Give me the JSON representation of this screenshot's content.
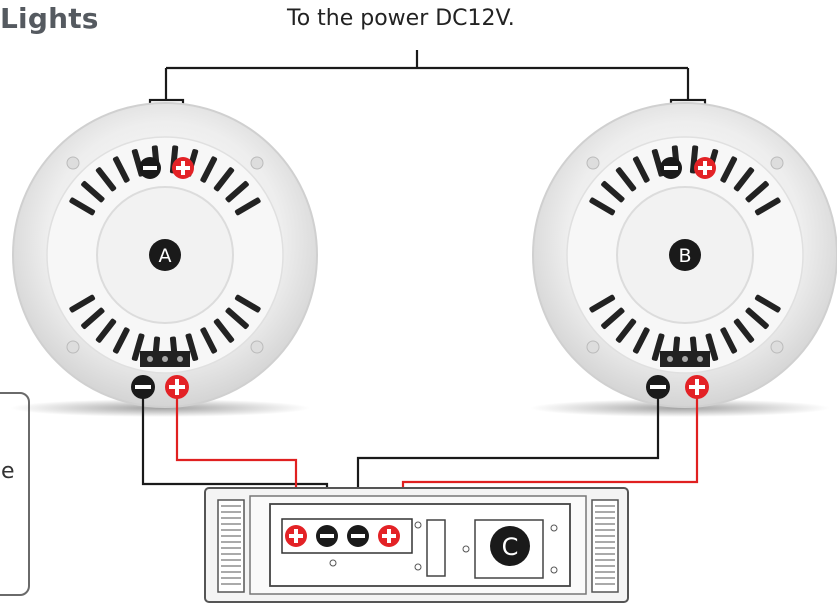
{
  "title": "Lights",
  "power_label": "To the power DC12V.",
  "side_text_fragment": "e",
  "speakers": [
    {
      "letter": "A"
    },
    {
      "letter": "B"
    }
  ],
  "amplifier": {
    "letter": "C"
  },
  "colors": {
    "wire_black": "#1a1a1a",
    "wire_red": "#e02020",
    "terminal_red": "#e32226",
    "terminal_black": "#1a1a1a",
    "speaker_body": "#efefef"
  },
  "icons": [
    "minus-terminal-icon",
    "plus-terminal-icon"
  ]
}
